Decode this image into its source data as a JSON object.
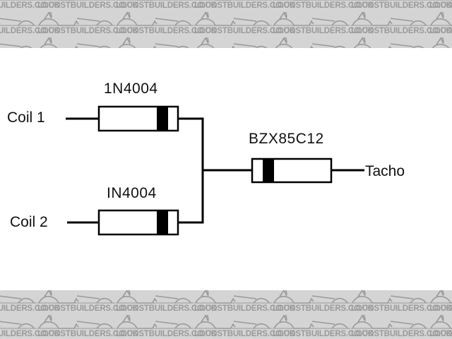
{
  "watermark": {
    "text": "LOCOSTBUILDERS.CO.UK",
    "background_color": "#d4d4d4",
    "text_color": "#9a9a9a"
  },
  "diagram": {
    "inputs": [
      {
        "label": "Coil 1"
      },
      {
        "label": "Coil 2"
      }
    ],
    "components": [
      {
        "id": "d1",
        "label": "1N4004",
        "type": "diode"
      },
      {
        "id": "d2",
        "label": "IN4004",
        "type": "diode"
      },
      {
        "id": "z1",
        "label": "BZX85C12",
        "type": "zener-diode"
      }
    ],
    "output": {
      "label": "Tacho"
    },
    "line_color": "#000000"
  }
}
